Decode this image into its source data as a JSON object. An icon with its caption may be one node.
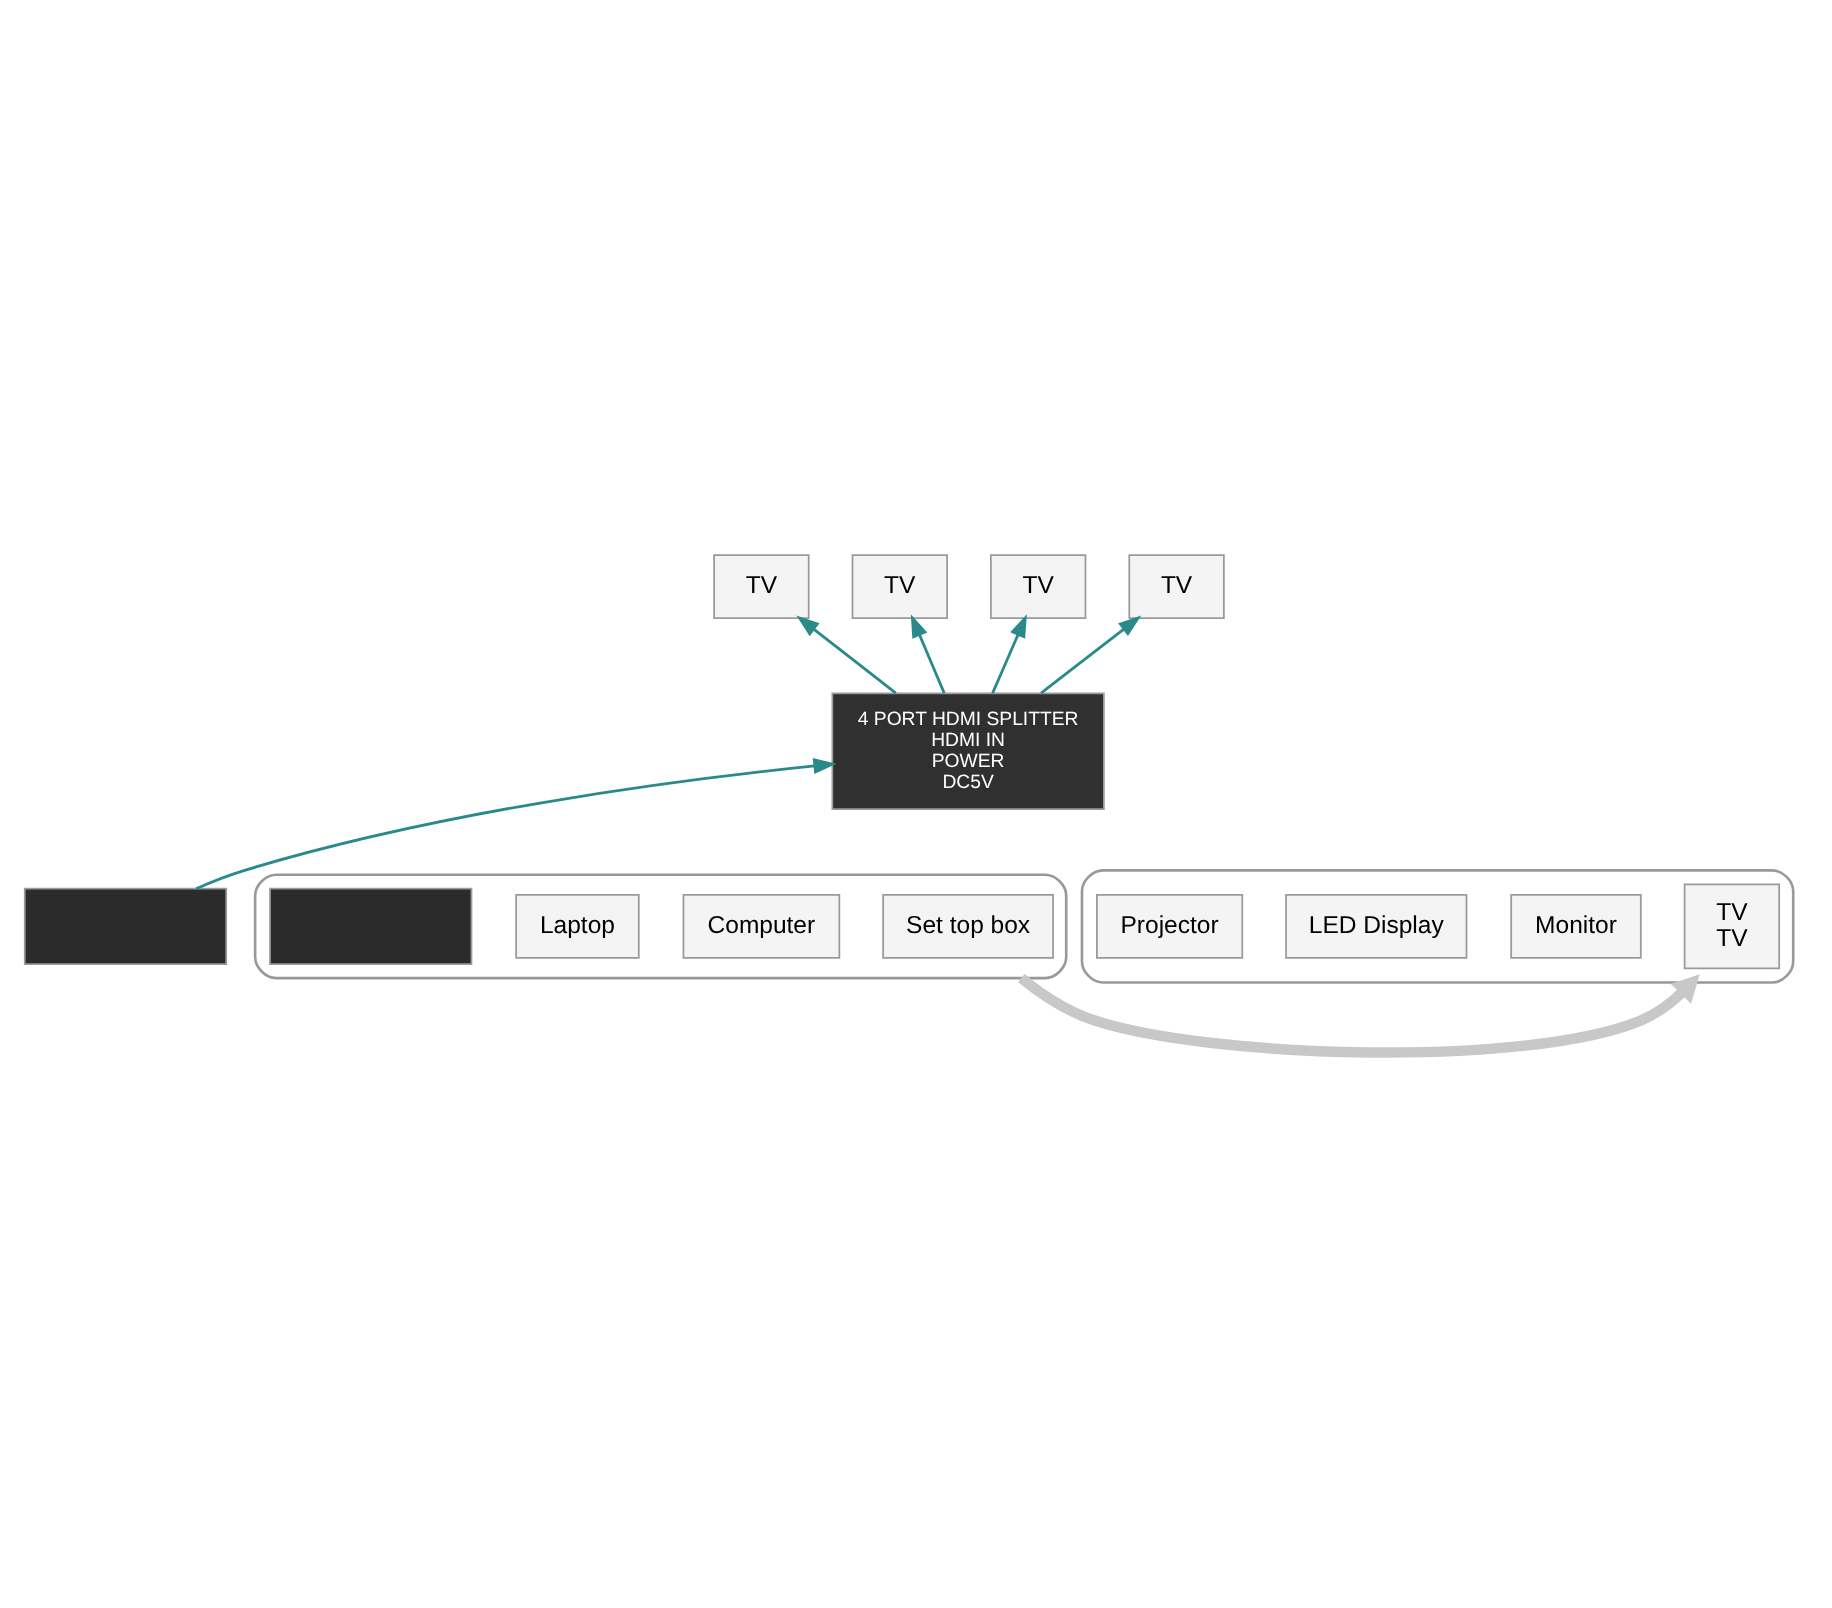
{
  "diagram": {
    "nodes": [
      {
        "text": [
          "TV"
        ]
      },
      {
        "text": [
          "TV"
        ]
      },
      {
        "text": [
          "TV"
        ]
      },
      {
        "text": [
          "TV"
        ]
      },
      {
        "text": [
          "4 PORT HDMI SPLITTER",
          "HDMI IN",
          "POWER",
          "DC5V"
        ]
      },
      {
        "text": [],
        "shape": "box"
      },
      {
        "text": [],
        "shape": "box"
      },
      {
        "text": [
          "Set top box"
        ],
        "in": 6
      },
      {
        "text": [
          "Computer"
        ],
        "in": 6
      },
      {
        "text": [
          "Laptop"
        ],
        "in": 6
      },
      {
        "text": [],
        "shape": "box",
        "in": 6
      },
      {
        "text": [],
        "shape": "box"
      },
      {
        "text": [
          "TV",
          "TV"
        ],
        "in": 11
      },
      {
        "text": [
          "Monitor"
        ],
        "in": 11
      },
      {
        "text": [
          "LED Display"
        ],
        "in": 11
      },
      {
        "text": [
          "Projector"
        ],
        "in": 11
      }
    ],
    "edges": [
      {
        "from": 4,
        "to": 0,
        "arrow": "to"
      },
      {
        "from": 4,
        "to": 1,
        "arrow": "to"
      },
      {
        "from": 4,
        "to": 2,
        "arrow": "to"
      },
      {
        "from": 4,
        "to": 3,
        "arrow": "to"
      },
      {
        "from": 5,
        "to": 4,
        "arrow": "to"
      },
      {
        "from": 6,
        "to": 11,
        "arrow": "to",
        "style": "thick",
        "color": "#c8c8c8"
      }
    ]
  }
}
